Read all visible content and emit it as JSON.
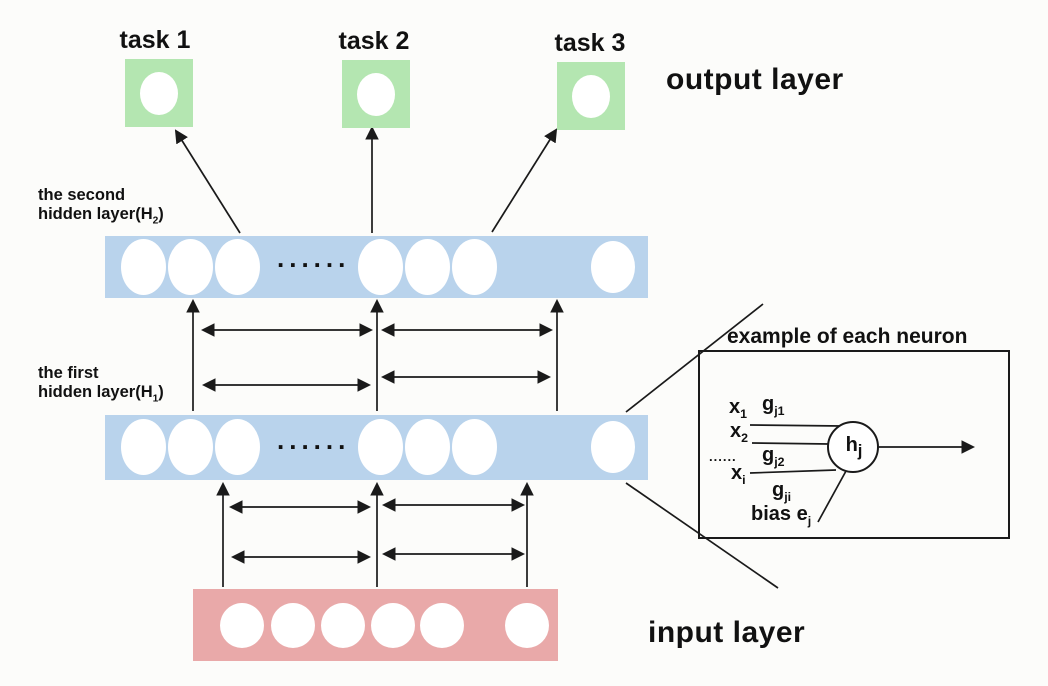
{
  "figure": {
    "output_layer_label": "output layer",
    "input_layer_label": "input layer",
    "tasks": [
      {
        "label": "task 1"
      },
      {
        "label": "task 2"
      },
      {
        "label": "task 3"
      }
    ],
    "hidden2": {
      "line1": "the second",
      "line2_pre": "hidden layer(H",
      "sub": "2",
      "line2_post": ")"
    },
    "hidden1": {
      "line1": "the first",
      "line2_pre": "hidden layer(H",
      "sub": "1",
      "line2_post": ")"
    },
    "bar_dots": "......",
    "inset": {
      "title": "example of each neuron",
      "x1_pre": "x",
      "x1_sub": "1",
      "x2_pre": "x",
      "x2_sub": "2",
      "xi_pre": "x",
      "xi_sub": "i",
      "dots": "......",
      "g1_pre": "g",
      "g1_sub": "j1",
      "g2_pre": "g",
      "g2_sub": "j2",
      "gi_pre": "g",
      "gi_sub": "ji",
      "neuron_pre": "h",
      "neuron_sub": "j",
      "bias_pre": "bias e",
      "bias_sub": "j"
    },
    "colors": {
      "layer_blue": "#b9d3ec",
      "task_green": "#b4e6b1",
      "input_pink": "#e9a9a9",
      "node_white": "#ffffff",
      "line_black": "#1a1a1a"
    }
  }
}
